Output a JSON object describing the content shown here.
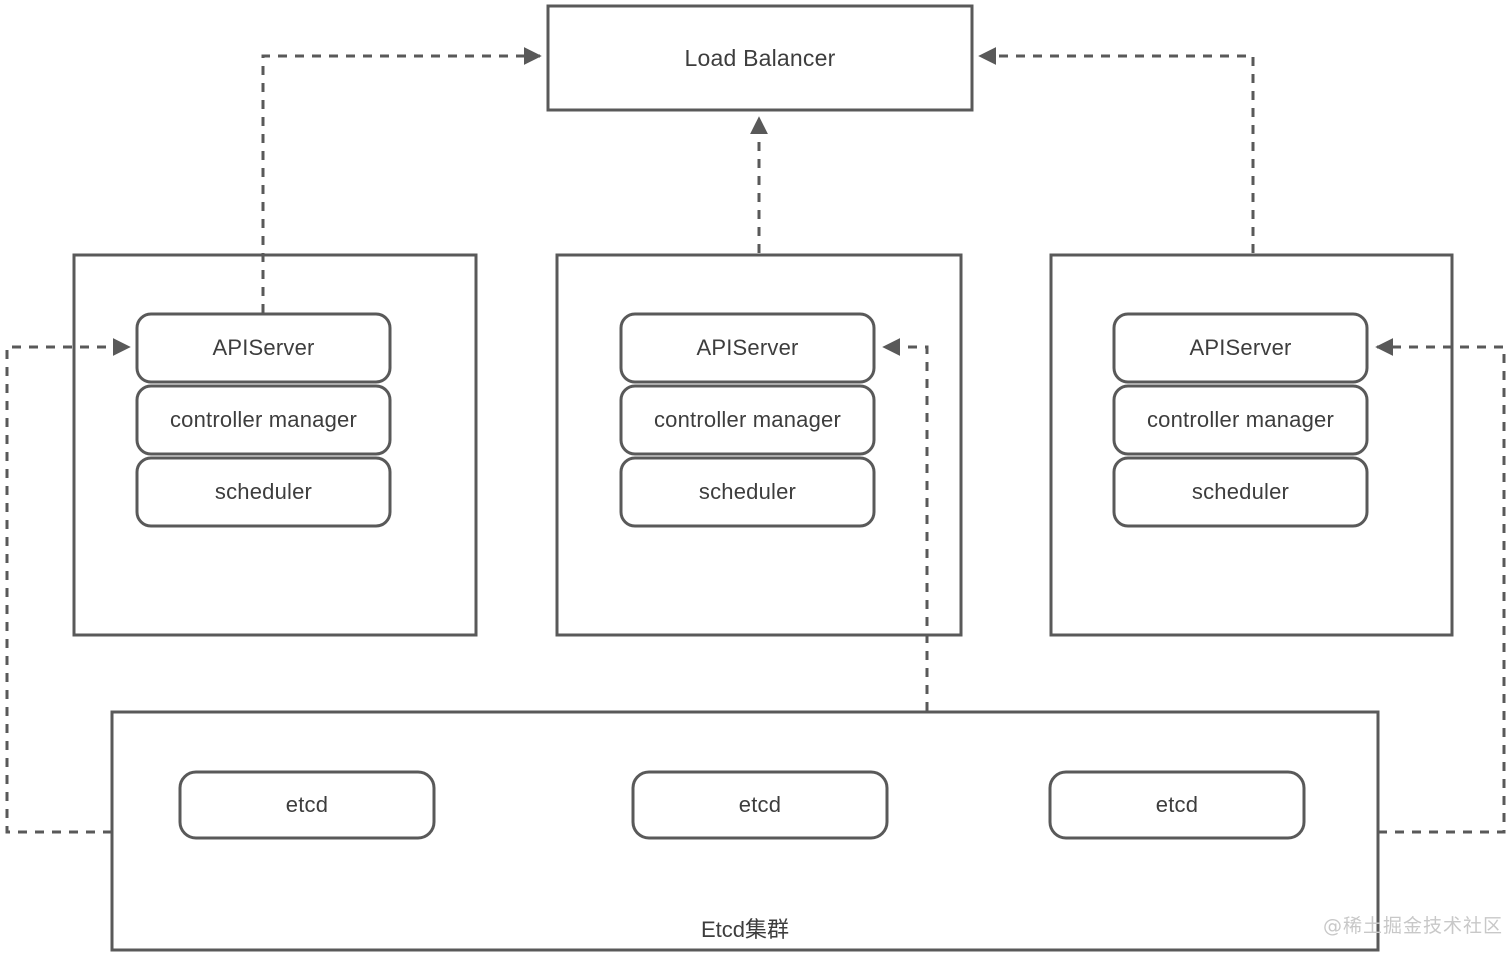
{
  "diagram": {
    "title": "Kubernetes High Availability Cluster Architecture",
    "background_color": "#ffffff",
    "stroke_color": "#595959",
    "text_color": "#3d3d3d",
    "watermark_color": "#c8c8c8",
    "load_balancer": {
      "label": "Load Balancer"
    },
    "master_nodes": [
      {
        "id": "master-1",
        "components": [
          {
            "label": "APIServer"
          },
          {
            "label": "controller manager"
          },
          {
            "label": "scheduler"
          }
        ]
      },
      {
        "id": "master-2",
        "components": [
          {
            "label": "APIServer"
          },
          {
            "label": "controller manager"
          },
          {
            "label": "scheduler"
          }
        ]
      },
      {
        "id": "master-3",
        "components": [
          {
            "label": "APIServer"
          },
          {
            "label": "controller manager"
          },
          {
            "label": "scheduler"
          }
        ]
      }
    ],
    "etcd_cluster": {
      "label": "Etcd集群",
      "nodes": [
        {
          "label": "etcd"
        },
        {
          "label": "etcd"
        },
        {
          "label": "etcd"
        }
      ]
    },
    "watermark": {
      "text": "@稀土掘金技术社区"
    }
  }
}
